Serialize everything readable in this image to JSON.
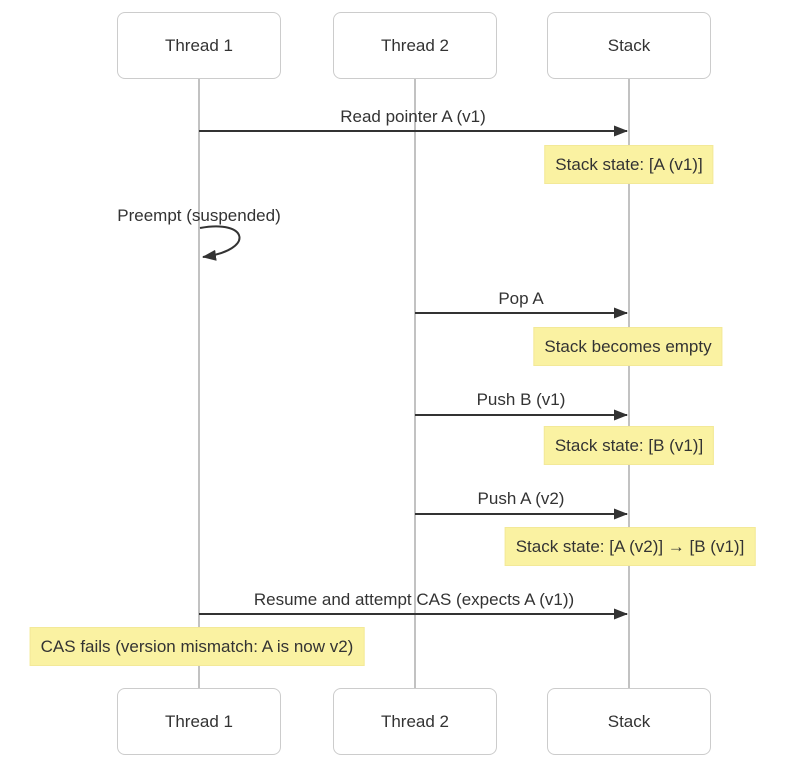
{
  "diagram": {
    "type": "sequence-diagram",
    "participants": [
      {
        "id": "thread1",
        "label": "Thread 1"
      },
      {
        "id": "thread2",
        "label": "Thread 2"
      },
      {
        "id": "stack",
        "label": "Stack"
      }
    ],
    "messages": [
      {
        "from": "Thread 1",
        "to": "Stack",
        "label": "Read pointer A (v1)"
      },
      {
        "from": "Thread 1",
        "to": "Thread 1",
        "label": "Preempt (suspended)",
        "kind": "self-loop"
      },
      {
        "from": "Thread 2",
        "to": "Stack",
        "label": "Pop A"
      },
      {
        "from": "Thread 2",
        "to": "Stack",
        "label": "Push B (v1)"
      },
      {
        "from": "Thread 2",
        "to": "Stack",
        "label": "Push A (v2)"
      },
      {
        "from": "Thread 1",
        "to": "Stack",
        "label": "Resume and attempt CAS (expects A (v1))"
      }
    ],
    "notes": [
      {
        "over": "Stack",
        "label": "Stack state: [A (v1)]"
      },
      {
        "over": "Stack",
        "label": "Stack becomes empty"
      },
      {
        "over": "Stack",
        "label": "Stack state: [B (v1)]"
      },
      {
        "over": "Stack",
        "label": "Stack state: [A (v2)] → [B (v1)]"
      },
      {
        "over": "Thread 1",
        "label": "CAS fails (version mismatch: A is now v2)"
      }
    ],
    "colors": {
      "background": "#ffffff",
      "participant_bg": "#ffffff",
      "participant_border": "#cccccc",
      "lifeline": "#c2c2c2",
      "arrow": "#333333",
      "note_bg": "#faf2a2",
      "note_border": "#f3e998",
      "text": "#333333"
    }
  }
}
